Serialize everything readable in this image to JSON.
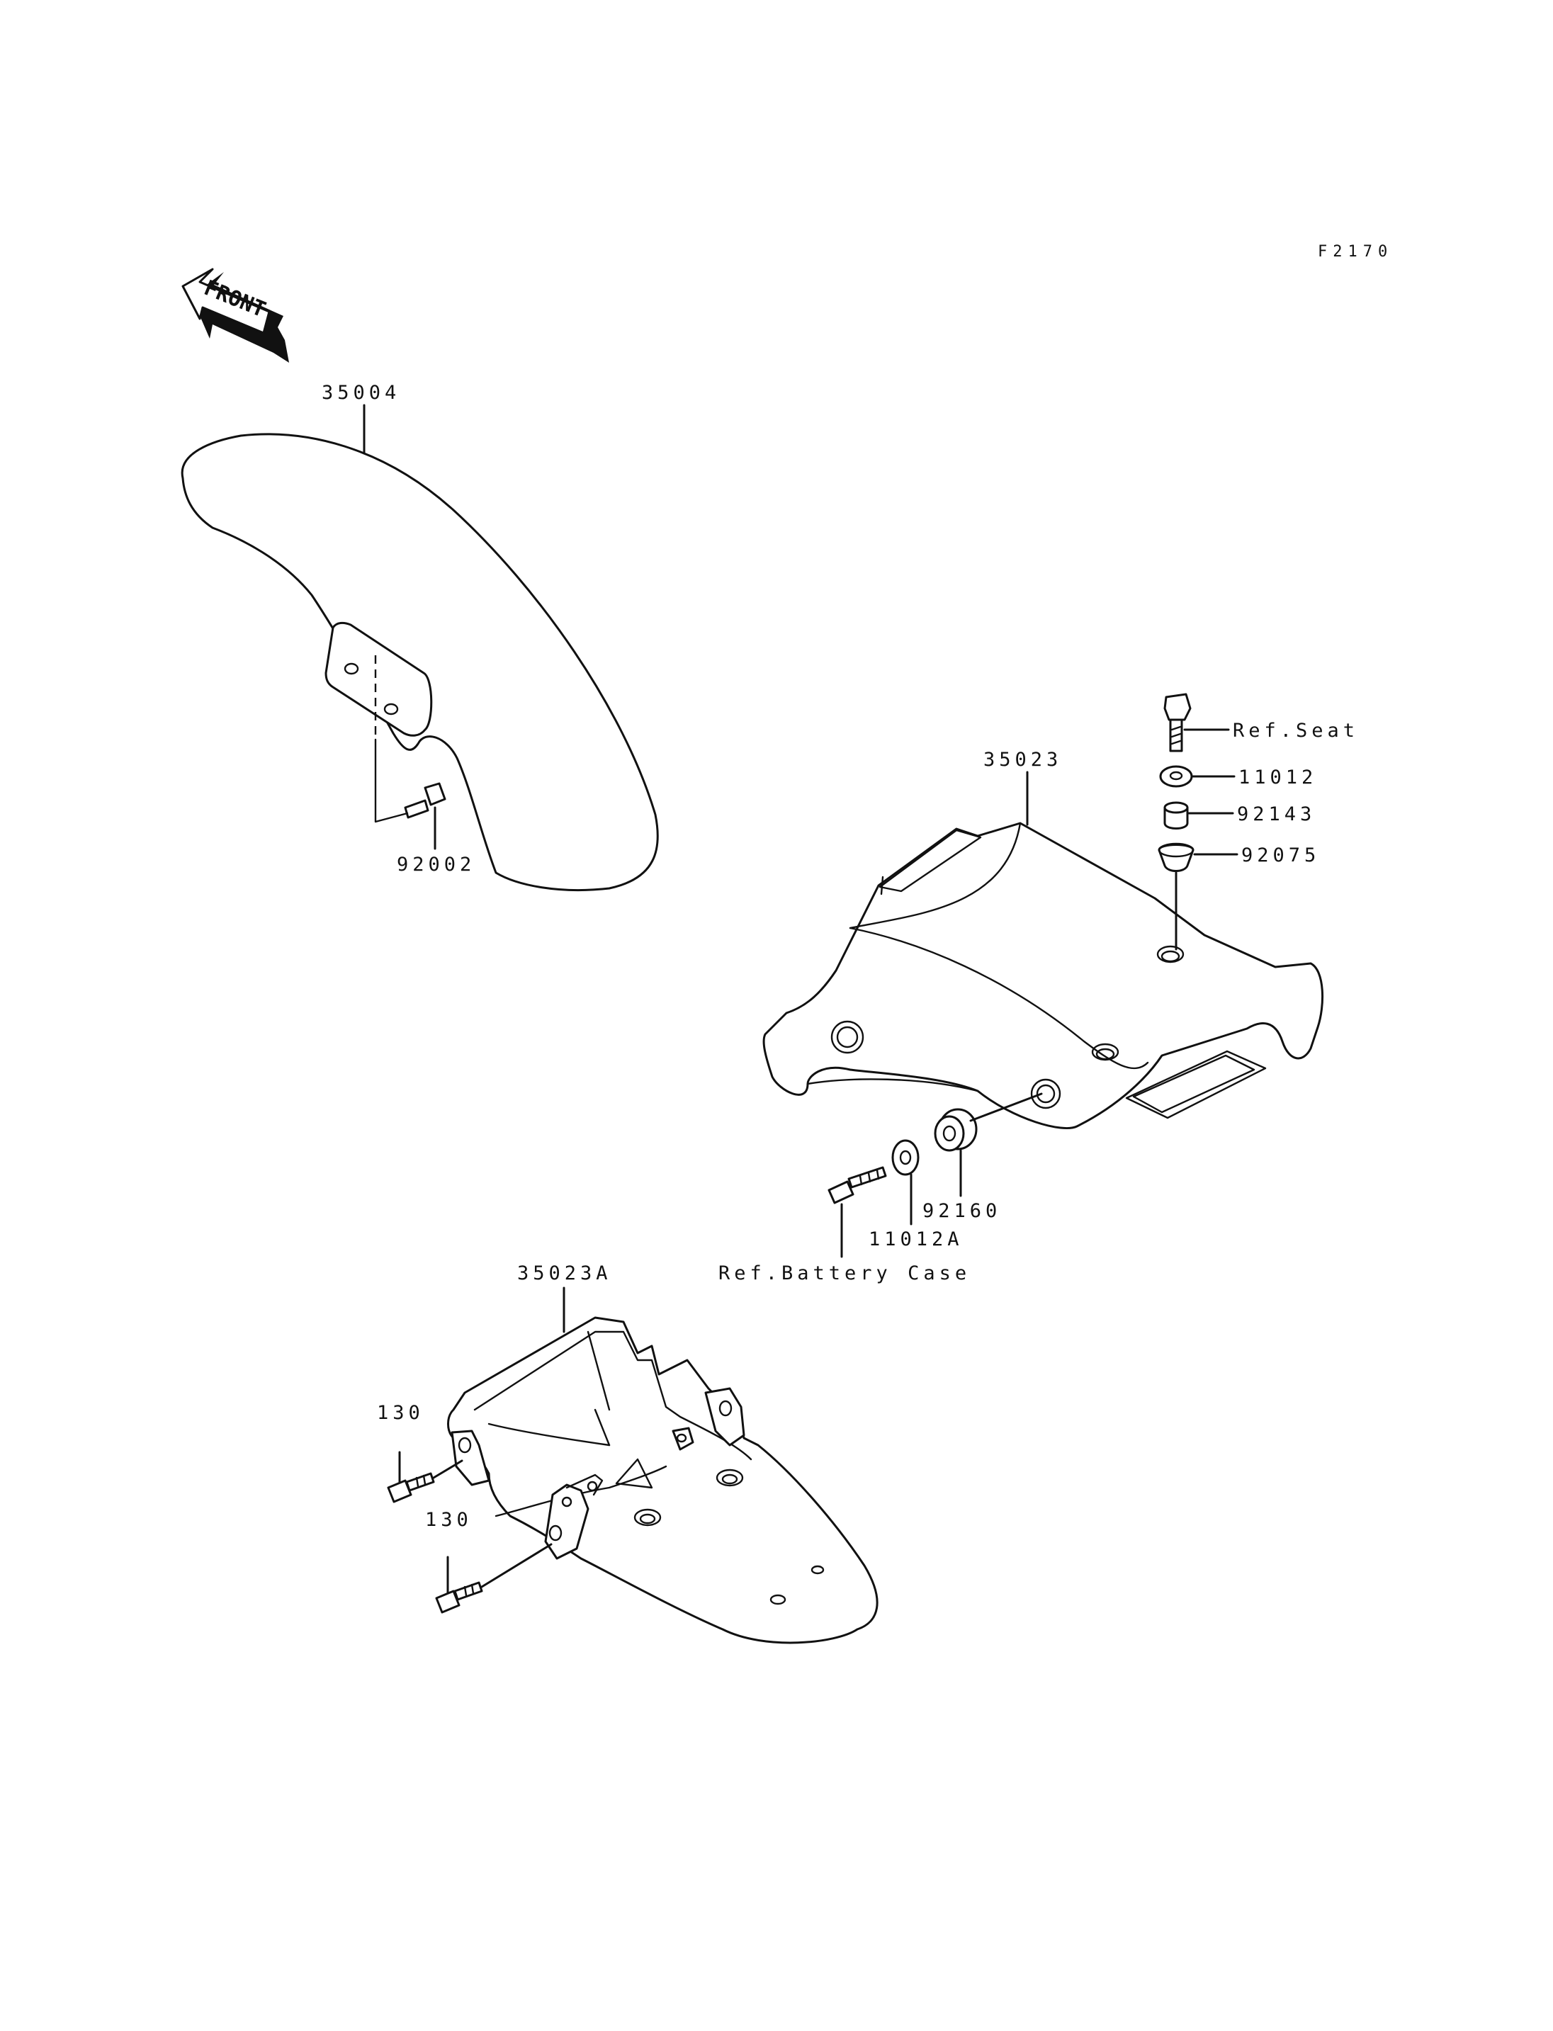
{
  "figure_code": "F2170",
  "front_label": "FRONT",
  "parts": {
    "front_fender": "35004",
    "front_fender_bolt": "92002",
    "rear_fender_front": "35023",
    "rear_fender_rear": "35023A",
    "washer": "11012",
    "washer_a": "11012A",
    "collar": "92143",
    "grommet": "92075",
    "grommet_side": "92160",
    "bolt_130_upper": "130",
    "bolt_130_lower": "130"
  },
  "references": {
    "seat": "Ref.Seat",
    "battery_case": "Ref.Battery Case"
  }
}
